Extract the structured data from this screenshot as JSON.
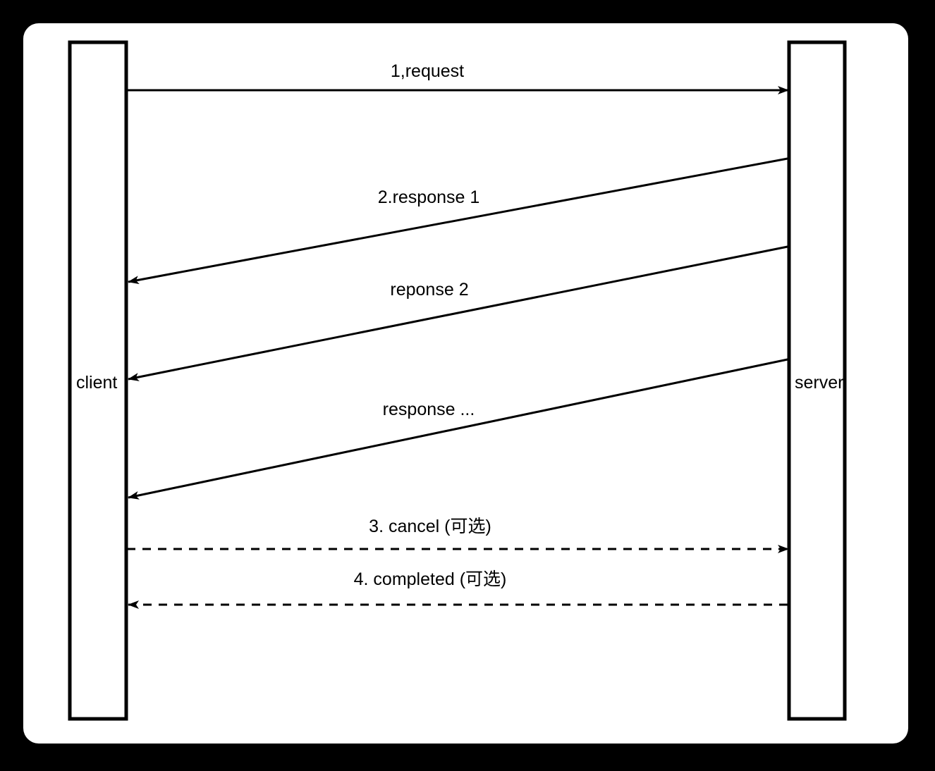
{
  "page": {
    "background_color": "#000000",
    "canvas_color": "#ffffff",
    "stroke_color": "#000000",
    "title": "client server sequence diagram"
  },
  "lifelines": [
    {
      "id": "client",
      "label": "client",
      "side": "left"
    },
    {
      "id": "server",
      "label": "server",
      "side": "right"
    }
  ],
  "messages": [
    {
      "index": 1,
      "label": "1,request",
      "from": "client",
      "to": "server",
      "style": "solid",
      "slope": "horizontal"
    },
    {
      "index": 2,
      "label": "2.response 1",
      "from": "server",
      "to": "client",
      "style": "solid",
      "slope": "diagonal"
    },
    {
      "index": 3,
      "label": "reponse 2",
      "from": "server",
      "to": "client",
      "style": "solid",
      "slope": "diagonal"
    },
    {
      "index": 4,
      "label": "response ...",
      "from": "server",
      "to": "client",
      "style": "solid",
      "slope": "diagonal"
    },
    {
      "index": 5,
      "label": "3. cancel (可选)",
      "from": "client",
      "to": "server",
      "style": "dashed",
      "slope": "horizontal"
    },
    {
      "index": 6,
      "label": "4. completed (可选)",
      "from": "server",
      "to": "client",
      "style": "dashed",
      "slope": "horizontal"
    }
  ]
}
